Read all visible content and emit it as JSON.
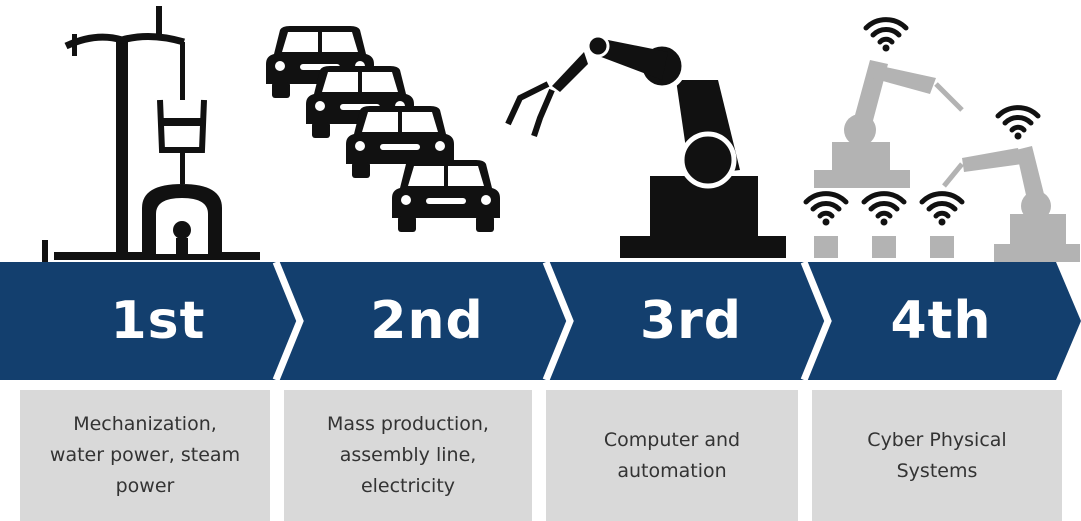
{
  "colors": {
    "band": "#133f6e",
    "icon_dark": "#111111",
    "icon_gray": "#b3b3b3",
    "desc_bg": "#d9d9d9",
    "desc_text": "#333333"
  },
  "stages": [
    {
      "label": "1st",
      "description": "Mechanization,\nwater power, steam\npower",
      "icon": "steam-engine-icon"
    },
    {
      "label": "2nd",
      "description": "Mass production,\nassembly line,\nelectricity",
      "icon": "car-assembly-line-icon"
    },
    {
      "label": "3rd",
      "description": "Computer and\nautomation",
      "icon": "robot-arm-icon"
    },
    {
      "label": "4th",
      "description": "Cyber Physical\nSystems",
      "icon": "networked-robots-icon"
    }
  ]
}
